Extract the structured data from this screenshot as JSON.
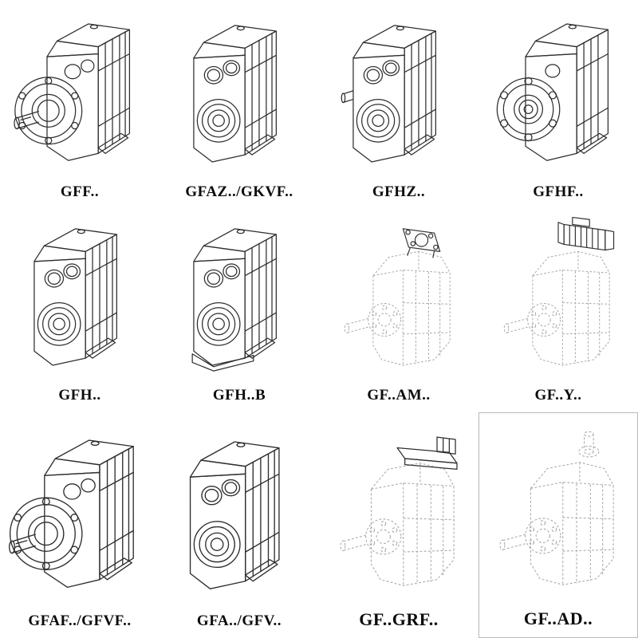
{
  "page": {
    "background": "#ffffff"
  },
  "colors": {
    "line": "#2e2e31",
    "ghost_line": "#a6a8af",
    "label": "#0c0c0c"
  },
  "cells": [
    {
      "label": "GFF..",
      "drawing": "flange-mounted-gearbox-with-shaft"
    },
    {
      "label": "GFAZ../GKVF..",
      "drawing": "hollow-shaft-gearbox-front"
    },
    {
      "label": "GFHZ..",
      "drawing": "hollow-shaft-gearbox-side"
    },
    {
      "label": "GFHF..",
      "drawing": "flange-mounted-hollow-gearbox"
    },
    {
      "label": "GFH..",
      "drawing": "hollow-shaft-gearbox-front"
    },
    {
      "label": "GFH..B",
      "drawing": "foot-mounted-gearbox"
    },
    {
      "label": "GF..AM..",
      "drawing": "gearbox-with-motor-adapter-flange-outline"
    },
    {
      "label": "GF..Y..",
      "drawing": "gearbox-with-motor-outline"
    },
    {
      "label": "GFAF../GFVF..",
      "drawing": "flange-mounted-gearbox-with-shaft"
    },
    {
      "label": "GFA../GFV..",
      "drawing": "hollow-shaft-gearbox-front"
    },
    {
      "label": "GF..GRF..",
      "drawing": "gearbox-with-mounting-plate-outline"
    },
    {
      "label": "GF..AD..",
      "drawing": "gearbox-with-input-adapter-outline"
    }
  ]
}
